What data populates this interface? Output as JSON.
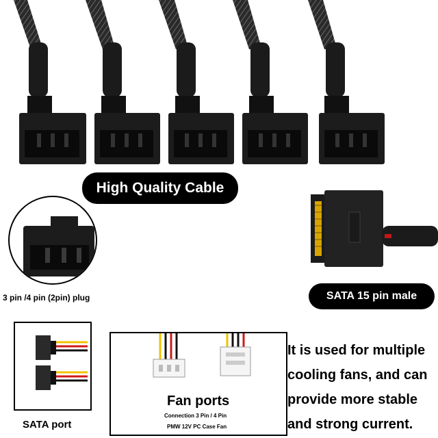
{
  "labels": {
    "high_quality": "High Quality Cable",
    "plug": "3 pin /4 pin (2pin) plug",
    "sata_male": "SATA 15 pin male",
    "sata_port": "SATA port",
    "fan_ports": "Fan ports",
    "fan_sub1": "Connection 3 Pin / 4 Pin",
    "fan_sub2": "PMW 12V PC Case Fan"
  },
  "description": [
    "It is used for multiple",
    "cooling fans, and can",
    "provide more stable",
    "and strong current."
  ],
  "colors": {
    "cable_black": "#1b1b1b",
    "braid_grey": "#555555",
    "wire_yellow": "#f2c200",
    "wire_red": "#d01818",
    "pill_bg": "#000000"
  }
}
